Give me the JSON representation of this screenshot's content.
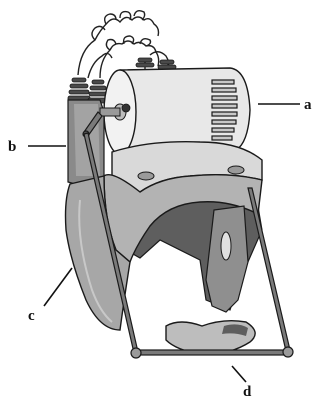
{
  "figure": {
    "callouts": [
      {
        "id": "a",
        "label": "a"
      },
      {
        "id": "b",
        "label": "b"
      },
      {
        "id": "c",
        "label": "c"
      },
      {
        "id": "d",
        "label": "d"
      }
    ]
  },
  "colors": {
    "outline": "#1a1a1a",
    "motor_body": "#e8e8e8",
    "motor_shadow": "#9a9a9a",
    "housing_light": "#d9d9d9",
    "housing_mid": "#b3b3b3",
    "housing_dark": "#5e5e5e",
    "bracket": "#8a8a8a",
    "rod": "#7a7a7a",
    "wire": "#222222",
    "insulator": "#4a4a4a"
  }
}
